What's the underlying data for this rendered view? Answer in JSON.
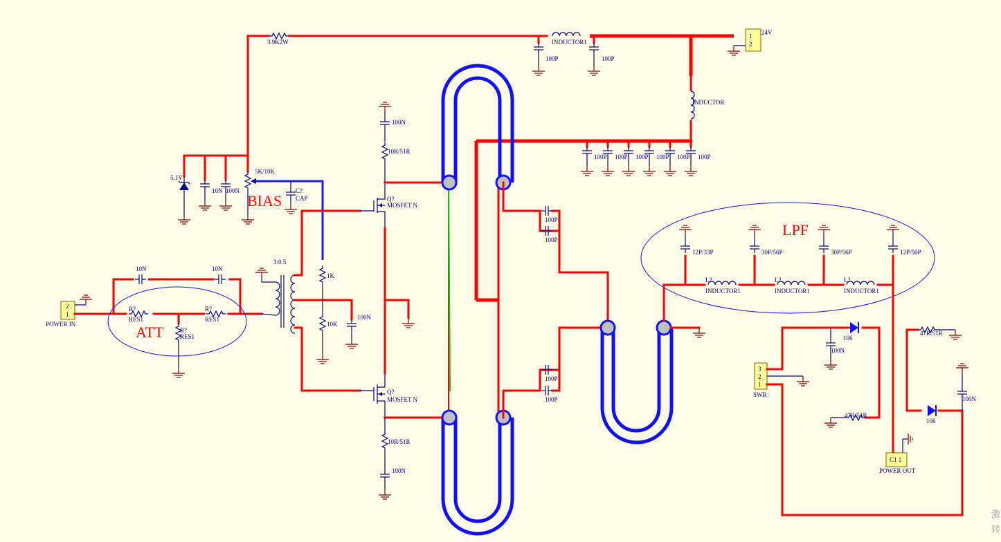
{
  "section_labels": {
    "bias": "BIAS",
    "att": "ATT",
    "lpf": "LPF"
  },
  "connectors": {
    "power_in": {
      "label": "POWER IN",
      "pins": [
        "2",
        "1"
      ]
    },
    "supply": {
      "label": "24V",
      "pins": [
        "1",
        "2"
      ]
    },
    "swr": {
      "label": "SWR",
      "pins": [
        "3",
        "2",
        "1"
      ]
    },
    "power_out": {
      "label": "POWER OUT",
      "pins": "C1  1"
    }
  },
  "components": {
    "r_top": "3.9K2W",
    "l_top": "INDUCTOR1",
    "c_top1": "100P",
    "c_top2": "100P",
    "l_vert": "INDUCTOR",
    "cap_bank": [
      "100P",
      "100P",
      "100P",
      "100P",
      "100P",
      "100P"
    ],
    "zener": "5.1V",
    "c_10n_a": "10N",
    "c_100n_a": "100N",
    "pot": "5K/10K",
    "c7": "C?",
    "c7_val": "CAP",
    "c_att1": "10N",
    "c_att2": "10N",
    "r_att1": "R?",
    "r_att1_val": "RES1",
    "r_att2": "R?",
    "r_att2_val": "RES1",
    "r_att3": "R?",
    "r_att3_val": "RES1",
    "transformer": "3:0.5",
    "r_1k": "1K",
    "r_10k": "10K",
    "c_100n_b": "100N",
    "c_gate_top": "100N",
    "r_gate_top": "10R/51R",
    "q_top": "Q?",
    "q_top_val": "MOSFET N",
    "q_bot": "Q?",
    "q_bot_val": "MOSFET N",
    "r_gate_bot": "10R/51R",
    "c_gate_bot": "100N",
    "c_out1": "100P",
    "c_out2": "100P",
    "c_out3": "100P",
    "c_out4": "100P",
    "lpf_c1": "12P/33P",
    "lpf_c2": "30P/56P",
    "lpf_c3": "30P/56P",
    "lpf_c4": "12P/56P",
    "lpf_l1": "L?",
    "lpf_l1_val": "INDUCTOR1",
    "lpf_l2": "L?",
    "lpf_l2_val": "INDUCTOR1",
    "lpf_l3": "L?",
    "lpf_l3_val": "INDUCTOR1",
    "d1": "106",
    "c_swr1": "100N",
    "r_swr1": "47R/51R",
    "r_swr2": "47R/51R",
    "d2": "106",
    "c_swr2": "100N"
  },
  "watermark": [
    "激",
    "转"
  ]
}
